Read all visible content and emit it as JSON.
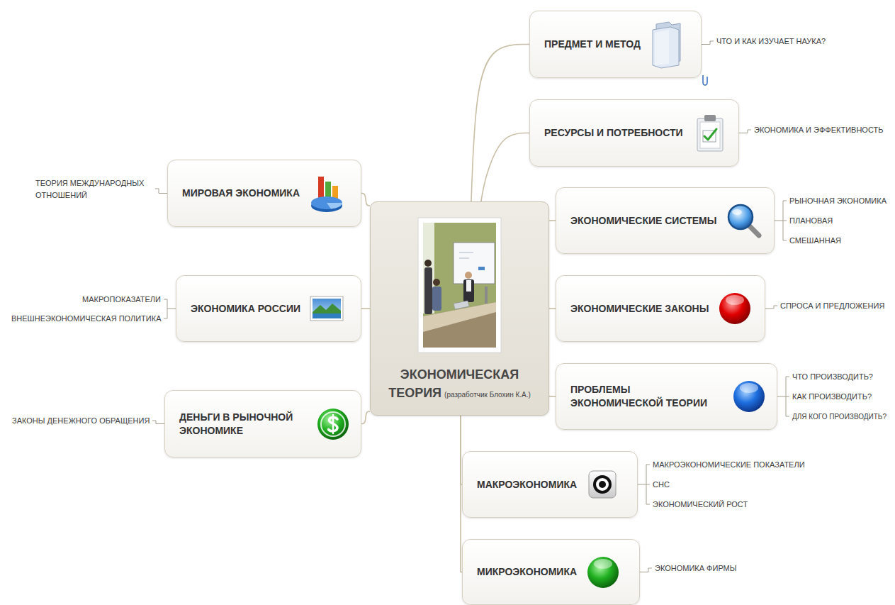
{
  "diagram": {
    "nodes": [
      {
        "text": [
          "ЭКОНОМИЧЕСКАЯ ТЕОРИЯ",
          "(разработчик Блохин К.А.)"
        ]
      },
      {
        "text": [
          "ПРЕДМЕТ И МЕТОД"
        ]
      },
      {
        "text": [
          "РЕСУРСЫ И ПОТРЕБНОСТИ"
        ]
      },
      {
        "text": [
          "ЭКОНОМИЧЕСКИЕ СИСТЕМЫ"
        ]
      },
      {
        "text": [
          "ЭКОНОМИЧЕСКИЕ ЗАКОНЫ"
        ]
      },
      {
        "text": [
          "ПРОБЛЕМЫ ЭКОНОМИЧЕСКОЙ ТЕОРИИ"
        ]
      },
      {
        "text": [
          "МАКРОЭКОНОМИКА"
        ]
      },
      {
        "text": [
          "МИКРОЭКОНОМИКА"
        ]
      },
      {
        "text": [
          "МИРОВАЯ ЭКОНОМИКА"
        ]
      },
      {
        "text": [
          "ЭКОНОМИКА РОССИИ"
        ]
      },
      {
        "text": [
          "ДЕНЬГИ В РЫНОЧНОЙ ЭКОНОМИКЕ"
        ]
      }
    ],
    "edges": [
      {
        "from": 0,
        "to": 1,
        "arrow": "none"
      },
      {
        "from": 0,
        "to": 2,
        "arrow": "none"
      },
      {
        "from": 0,
        "to": 3,
        "arrow": "none"
      },
      {
        "from": 0,
        "to": 4,
        "arrow": "none"
      },
      {
        "from": 0,
        "to": 5,
        "arrow": "none"
      },
      {
        "from": 0,
        "to": 6,
        "arrow": "none"
      },
      {
        "from": 0,
        "to": 7,
        "arrow": "none"
      },
      {
        "from": 0,
        "to": 8,
        "arrow": "none"
      },
      {
        "from": 0,
        "to": 9,
        "arrow": "none"
      },
      {
        "from": 0,
        "to": 10,
        "arrow": "none"
      }
    ],
    "labels": [
      "ЧТО И КАК ИЗУЧАЕТ НАУКА?",
      "ЭКОНОМИКА И ЭФФЕКТИВНОСТЬ",
      "РЫНОЧНАЯ ЭКОНОМИКА",
      "ПЛАНОВАЯ",
      "СМЕШАННАЯ",
      "СПРОСА И ПРЕДЛОЖЕНИЯ",
      "ЧТО ПРОИЗВОДИТЬ?",
      "КАК ПРОИЗВОДИТЬ?",
      "ДЛЯ КОГО ПРОИЗВОДИТЬ?",
      "МАКРОЭКОНОМИЧЕСКИЕ ПОКАЗАТЕЛИ",
      "СНС",
      "ЭКОНОМИЧЕСКИЙ РОСТ",
      "ЭКОНОМИКА ФИРМЫ",
      "ТЕОРИЯ МЕЖДУНАРОДНЫХ ОТНОШЕНИЙ",
      "МАКРОПОКАЗАТЕЛИ",
      "ВНЕШНЕЭКОНОМИЧЕСКАЯ ПОЛИТИКА",
      "ЗАКОНЫ ДЕНЕЖНОГО ОБРАЩЕНИЯ"
    ]
  }
}
